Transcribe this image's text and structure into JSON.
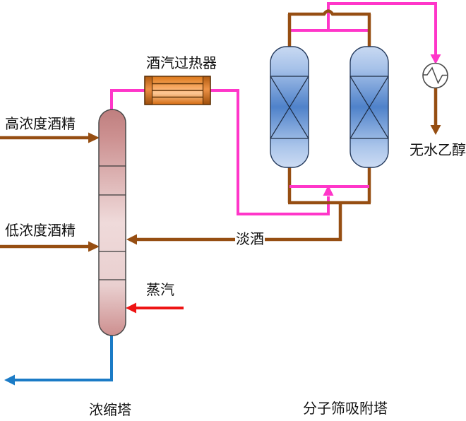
{
  "diagram": {
    "equipment": {
      "superheater_label": "酒汽过热器",
      "concentration_tower_label": "浓缩塔",
      "molecular_sieve_tower_label": "分子筛吸附塔"
    },
    "streams": {
      "high_concentration_alcohol": "高浓度酒精",
      "low_concentration_alcohol": "低浓度酒精",
      "steam": "蒸汽",
      "weak_alcohol": "淡酒",
      "anhydrous_ethanol": "无水乙醇"
    },
    "colors": {
      "pipe-pink": "#ff36c9",
      "pipe-brown": "#964e12",
      "pipe-red": "#ee1414",
      "pipe-blue": "#1b7bc6",
      "exchanger-orange": "#f9ab66",
      "tower-pink": "#cf9292",
      "tower-blue": "#4f82ca"
    }
  }
}
